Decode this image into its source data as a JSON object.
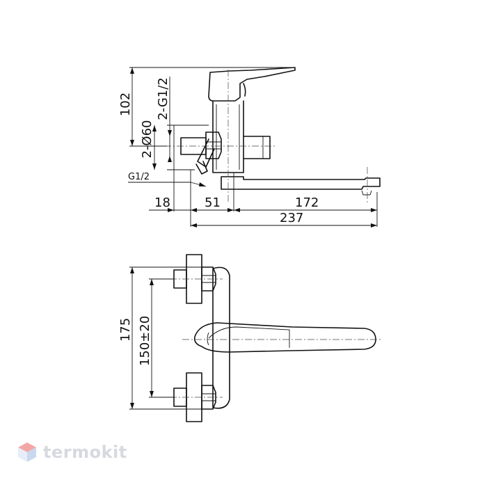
{
  "dimensions": {
    "top_view": {
      "height_102": "102",
      "thread_2g12": "2-G1/2",
      "diameter_2d60": "2-Ø60",
      "thread_g12": "G1/2",
      "offset_18": "18",
      "offset_51": "51",
      "spout_172": "172",
      "overall_237": "237"
    },
    "front_view": {
      "height_175": "175",
      "spacing_150": "150±20"
    }
  },
  "watermark": {
    "text": "termokit",
    "colors": {
      "top": "#f2a7a7",
      "right": "#c9d8ef",
      "left": "#e8eef8"
    }
  },
  "colors": {
    "line": "#111111",
    "background": "#ffffff"
  }
}
